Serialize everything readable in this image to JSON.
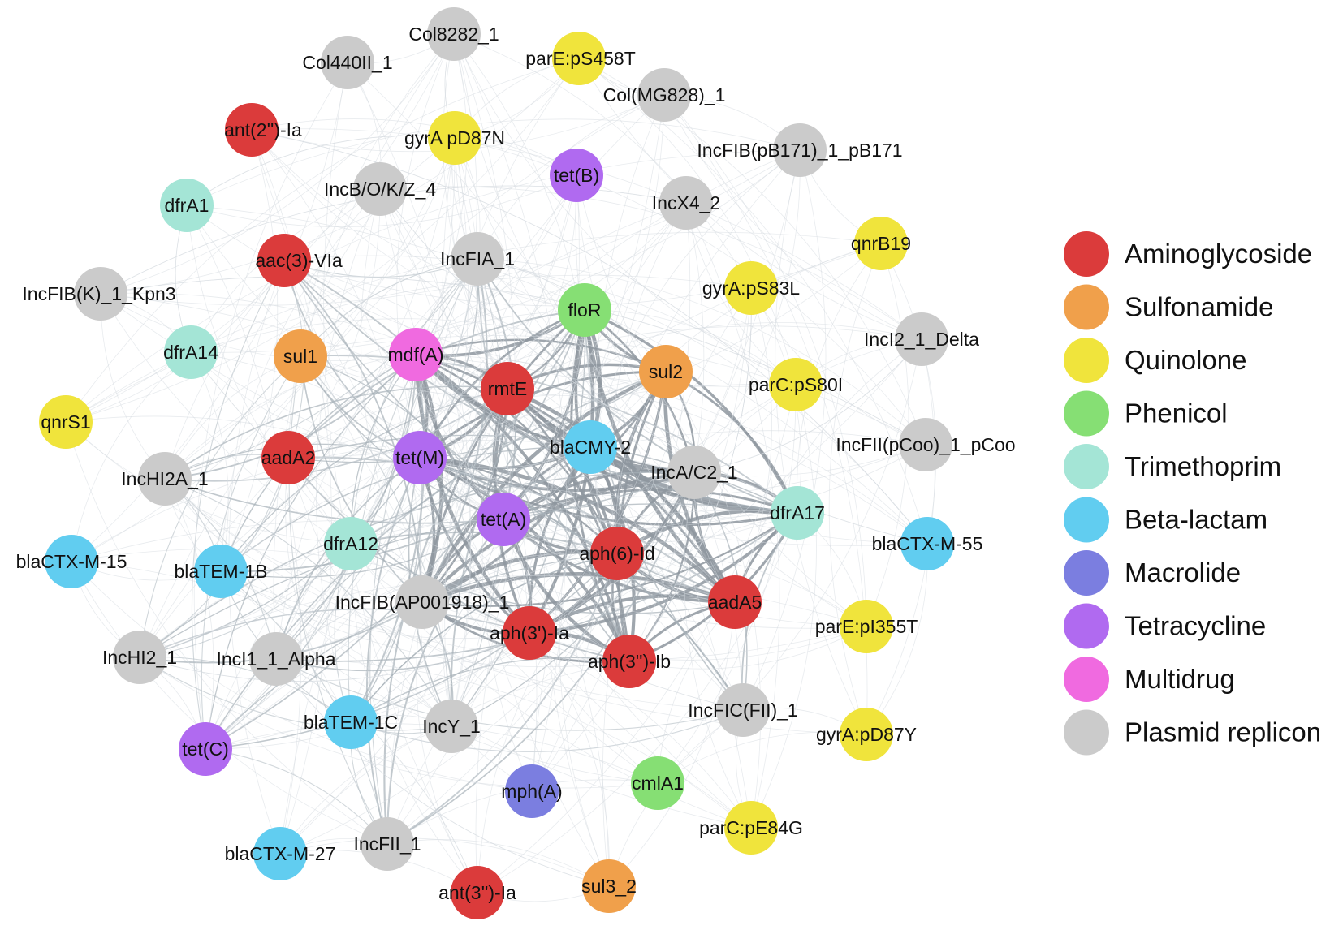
{
  "categories": [
    {
      "key": "aminoglycoside",
      "label": "Aminoglycoside",
      "color": "#DB3B3B"
    },
    {
      "key": "sulfonamide",
      "label": "Sulfonamide",
      "color": "#F0A04B"
    },
    {
      "key": "quinolone",
      "label": "Quinolone",
      "color": "#F0E43C"
    },
    {
      "key": "phenicol",
      "label": "Phenicol",
      "color": "#86DF74"
    },
    {
      "key": "trimethoprim",
      "label": "Trimethoprim",
      "color": "#A4E5D6"
    },
    {
      "key": "beta-lactam",
      "label": "Beta-lactam",
      "color": "#61CDF0"
    },
    {
      "key": "macrolide",
      "label": "Macrolide",
      "color": "#7B7EE0"
    },
    {
      "key": "tetracycline",
      "label": "Tetracycline",
      "color": "#B06AF0"
    },
    {
      "key": "multidrug",
      "label": "Multidrug",
      "color": "#F06AE0"
    },
    {
      "key": "plasmid-replicon",
      "label": "Plasmid replicon",
      "color": "#CBCBCB"
    }
  ],
  "nodes": [
    {
      "id": "Col8282_1",
      "label": "Col8282_1",
      "cat": "plasmid-replicon"
    },
    {
      "id": "parE:pS458T",
      "label": "parE:pS458T",
      "cat": "quinolone"
    },
    {
      "id": "Col440II_1",
      "label": "Col440II_1",
      "cat": "plasmid-replicon"
    },
    {
      "id": "Col(MG828)_1",
      "label": "Col(MG828)_1",
      "cat": "plasmid-replicon"
    },
    {
      "id": "ant(2'')-Ia",
      "label": "ant(2'')-Ia",
      "cat": "aminoglycoside"
    },
    {
      "id": "gyrA pD87N",
      "label": "gyrA pD87N",
      "cat": "quinolone"
    },
    {
      "id": "IncFIB(pB171)_1_pB171",
      "label": "IncFIB(pB171)_1_pB171",
      "cat": "plasmid-replicon"
    },
    {
      "id": "tet(B)",
      "label": "tet(B)",
      "cat": "tetracycline"
    },
    {
      "id": "dfrA1",
      "label": "dfrA1",
      "cat": "trimethoprim"
    },
    {
      "id": "IncB/O/K/Z_4",
      "label": "IncB/O/K/Z_4",
      "cat": "plasmid-replicon"
    },
    {
      "id": "IncX4_2",
      "label": "IncX4_2",
      "cat": "plasmid-replicon"
    },
    {
      "id": "qnrB19",
      "label": "qnrB19",
      "cat": "quinolone"
    },
    {
      "id": "aac(3)-VIa",
      "label": "aac(3)-VIa",
      "cat": "aminoglycoside"
    },
    {
      "id": "IncFIA_1",
      "label": "IncFIA_1",
      "cat": "plasmid-replicon"
    },
    {
      "id": "IncFIB(K)_1_Kpn3",
      "label": "IncFIB(K)_1_Kpn3",
      "cat": "plasmid-replicon"
    },
    {
      "id": "gyrA:pS83L",
      "label": "gyrA:pS83L",
      "cat": "quinolone"
    },
    {
      "id": "floR",
      "label": "floR",
      "cat": "phenicol"
    },
    {
      "id": "IncI2_1_Delta",
      "label": "IncI2_1_Delta",
      "cat": "plasmid-replicon"
    },
    {
      "id": "dfrA14",
      "label": "dfrA14",
      "cat": "trimethoprim"
    },
    {
      "id": "sul1",
      "label": "sul1",
      "cat": "sulfonamide"
    },
    {
      "id": "mdf(A)",
      "label": "mdf(A)",
      "cat": "multidrug"
    },
    {
      "id": "sul2",
      "label": "sul2",
      "cat": "sulfonamide"
    },
    {
      "id": "rmtE",
      "label": "rmtE",
      "cat": "aminoglycoside"
    },
    {
      "id": "parC:pS80I",
      "label": "parC:pS80I",
      "cat": "quinolone"
    },
    {
      "id": "qnrS1",
      "label": "qnrS1",
      "cat": "quinolone"
    },
    {
      "id": "IncFII(pCoo)_1_pCoo",
      "label": "IncFII(pCoo)_1_pCoo",
      "cat": "plasmid-replicon"
    },
    {
      "id": "aadA2",
      "label": "aadA2",
      "cat": "aminoglycoside"
    },
    {
      "id": "tet(M)",
      "label": "tet(M)",
      "cat": "tetracycline"
    },
    {
      "id": "blaCMY-2",
      "label": "blaCMY-2",
      "cat": "beta-lactam"
    },
    {
      "id": "IncHI2A_1",
      "label": "IncHI2A_1",
      "cat": "plasmid-replicon"
    },
    {
      "id": "IncA/C2_1",
      "label": "IncA/C2_1",
      "cat": "plasmid-replicon"
    },
    {
      "id": "dfrA17",
      "label": "dfrA17",
      "cat": "trimethoprim"
    },
    {
      "id": "tet(A)",
      "label": "tet(A)",
      "cat": "tetracycline"
    },
    {
      "id": "blaCTX-M-15",
      "label": "blaCTX-M-15",
      "cat": "beta-lactam"
    },
    {
      "id": "dfrA12",
      "label": "dfrA12",
      "cat": "trimethoprim"
    },
    {
      "id": "blaCTX-M-55",
      "label": "blaCTX-M-55",
      "cat": "beta-lactam"
    },
    {
      "id": "aph(6)-Id",
      "label": "aph(6)-Id",
      "cat": "aminoglycoside"
    },
    {
      "id": "blaTEM-1B",
      "label": "blaTEM-1B",
      "cat": "beta-lactam"
    },
    {
      "id": "IncFIB(AP001918)_1",
      "label": "IncFIB(AP001918)_1",
      "cat": "plasmid-replicon"
    },
    {
      "id": "aadA5",
      "label": "aadA5",
      "cat": "aminoglycoside"
    },
    {
      "id": "parE:pI355T",
      "label": "parE:pI355T",
      "cat": "quinolone"
    },
    {
      "id": "aph(3')-Ia",
      "label": "aph(3')-Ia",
      "cat": "aminoglycoside"
    },
    {
      "id": "IncHI2_1",
      "label": "IncHI2_1",
      "cat": "plasmid-replicon"
    },
    {
      "id": "IncI1_1_Alpha",
      "label": "IncI1_1_Alpha",
      "cat": "plasmid-replicon"
    },
    {
      "id": "aph(3'')-Ib",
      "label": "aph(3'')-Ib",
      "cat": "aminoglycoside"
    },
    {
      "id": "IncFIC(FII)_1",
      "label": "IncFIC(FII)_1",
      "cat": "plasmid-replicon"
    },
    {
      "id": "blaTEM-1C",
      "label": "blaTEM-1C",
      "cat": "beta-lactam"
    },
    {
      "id": "IncY_1",
      "label": "IncY_1",
      "cat": "plasmid-replicon"
    },
    {
      "id": "gyrA:pD87Y",
      "label": "gyrA:pD87Y",
      "cat": "quinolone"
    },
    {
      "id": "tet(C)",
      "label": "tet(C)",
      "cat": "tetracycline"
    },
    {
      "id": "mph(A)",
      "label": "mph(A)",
      "cat": "macrolide"
    },
    {
      "id": "cmlA1",
      "label": "cmlA1",
      "cat": "phenicol"
    },
    {
      "id": "blaCTX-M-27",
      "label": "blaCTX-M-27",
      "cat": "beta-lactam"
    },
    {
      "id": "IncFII_1",
      "label": "IncFII_1",
      "cat": "plasmid-replicon"
    },
    {
      "id": "parC:pE84G",
      "label": "parC:pE84G",
      "cat": "quinolone"
    },
    {
      "id": "sul3_2",
      "label": "sul3_2",
      "cat": "sulfonamide"
    },
    {
      "id": "ant(3'')-Ia",
      "label": "ant(3'')-Ia",
      "cat": "aminoglycoside"
    }
  ]
}
